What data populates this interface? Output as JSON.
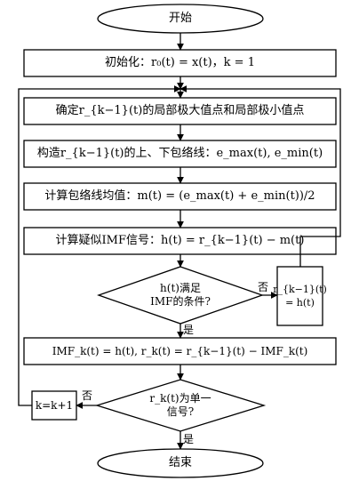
{
  "flowchart": {
    "start": "开始",
    "init": "初始化：r₀(t) = x(t)，k = 1",
    "step_extrema": "确定r_{k−1}(t)的局部极大值点和局部极小值点",
    "step_envelope": "构造r_{k−1}(t)的上、下包络线：e_max(t), e_min(t)",
    "step_mean": "计算包络线均值：m(t) = (e_max(t) + e_min(t))/2",
    "step_candidate": "计算疑似IMF信号：h(t) = r_{k−1}(t) − m(t)",
    "decision_imf_line1": "h(t)满足",
    "decision_imf_line2": "IMF的条件?",
    "no_label_1": "否",
    "assign_line1": "r_{k−1}(t)",
    "assign_line2": "= h(t)",
    "yes_label_1": "是",
    "step_update": "IMF_k(t) = h(t), r_k(t) = r_{k−1}(t) − IMF_k(t)",
    "decision_single_line1": "r_k(t)为单一",
    "decision_single_line2": "信号?",
    "no_label_2": "否",
    "increment": "k=k+1",
    "yes_label_2": "是",
    "end": "结束"
  }
}
